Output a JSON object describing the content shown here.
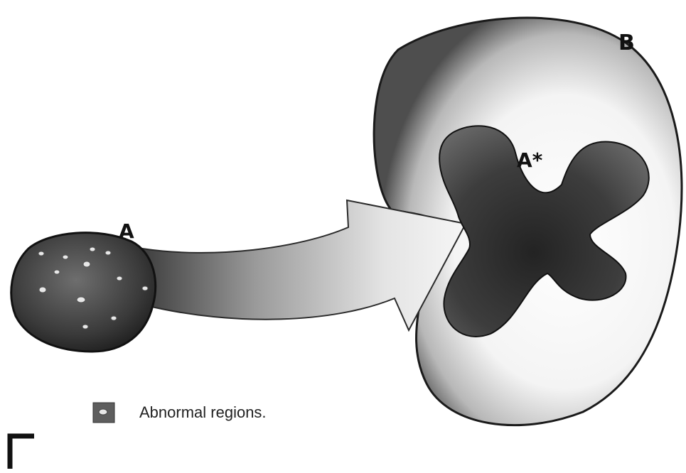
{
  "labels": {
    "a": "A",
    "b": "B",
    "a_star": "A*"
  },
  "legend": {
    "text": "Abnormal regions.",
    "swatch_icon": "abnormal-region-swatch-icon"
  },
  "corner_mark": "corner-bracket-icon",
  "colors": {
    "blob_dark": "#3a3a3a",
    "region_b_rim": "#5a5a5a",
    "region_b_fill": "#f3f3f3",
    "region_a_star": "#3b3b3b",
    "arrow_light": "#f4f4f4",
    "arrow_dark": "#4a4a4a"
  }
}
